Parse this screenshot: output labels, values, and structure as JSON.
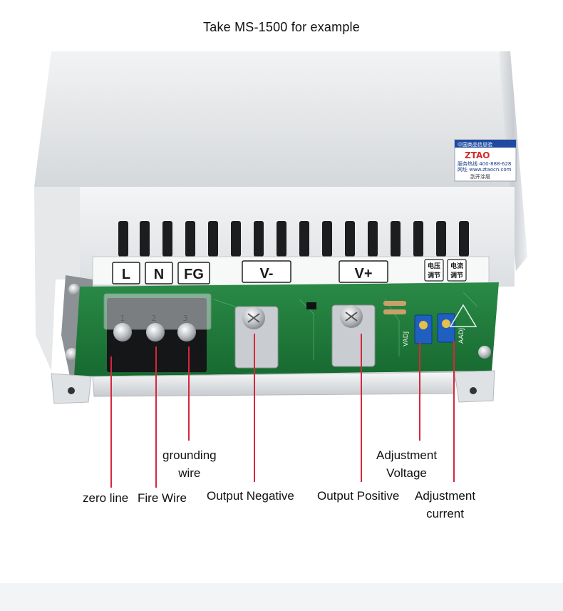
{
  "title": "Take MS-1500 for example",
  "terminals": {
    "l": "L",
    "n": "N",
    "fg": "FG",
    "v_minus": "V-",
    "v_plus": "V+",
    "voltage_adjust_cn": [
      "电压",
      "调节"
    ],
    "current_adjust_cn": [
      "电流",
      "调节"
    ]
  },
  "terminal_block_numbers": [
    "1",
    "2",
    "3"
  ],
  "pcb_marks": {
    "vadj": "VADJ",
    "aadj": "AADJ"
  },
  "label_tag": {
    "header": "中国商品信息验",
    "brand": "ZTAO",
    "line1": "服务热线 400-888-628",
    "line2": "网址 www.ztaocn.com",
    "footer": "刮开涂层"
  },
  "callouts": {
    "zero_line": "zero line",
    "fire_wire": "Fire Wire",
    "grounding_wire": [
      "grounding",
      "wire"
    ],
    "output_negative": "Output Negative",
    "output_positive": "Output Positive",
    "adjustment_voltage": [
      "Adjustment",
      "Voltage"
    ],
    "adjustment_current": [
      "Adjustment",
      "current"
    ]
  },
  "colors": {
    "leader_line": "#d7263d",
    "pcb": "#1f7a3a",
    "trimpot": "#1f5fbf",
    "chassis": "#d9dcdf"
  },
  "icons": [
    "screw-icon",
    "trimpot-icon",
    "warning-triangle-icon"
  ]
}
